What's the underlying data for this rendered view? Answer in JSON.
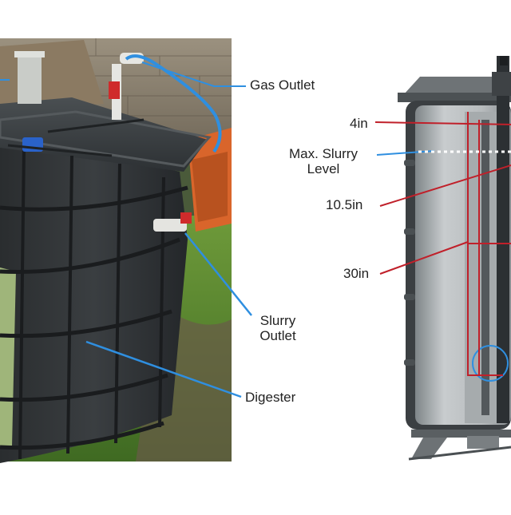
{
  "photo_labels": {
    "gas_outlet": "Gas Outlet",
    "slurry_outlet_line1": "Slurry",
    "slurry_outlet_line2": "Outlet",
    "digester": "Digester"
  },
  "schematic_labels": {
    "dim_4in": "4in",
    "max_slurry_line1": "Max. Slurry",
    "max_slurry_line2": "Level",
    "dim_10_5in": "10.5in",
    "dim_30in": "30in"
  },
  "colors": {
    "photo_callout": "#2f8fe0",
    "dimension_line": "#c0202a",
    "tank_dark": "#2b2e30",
    "tank_light": "#9aa0a3",
    "grass": "#5f8f2f",
    "wall": "#8a7f70",
    "orange_frame": "#d9652b"
  }
}
